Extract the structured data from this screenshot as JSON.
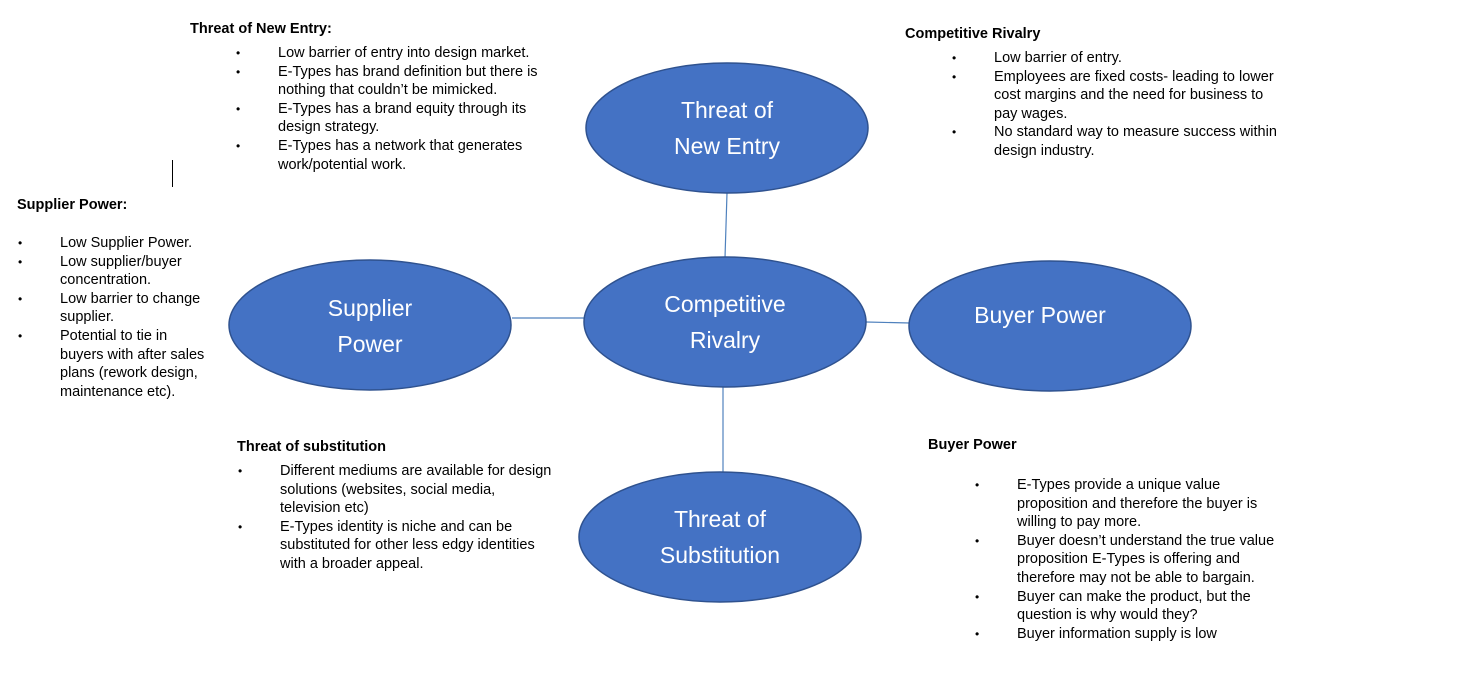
{
  "diagram": {
    "colors": {
      "node_fill": "#4472C4",
      "node_stroke": "#2F528F",
      "connector": "#4F81BD",
      "label": "#FFFFFF"
    },
    "nodes": {
      "center": {
        "line1": "Competitive",
        "line2": "Rivalry"
      },
      "top": {
        "line1": "Threat of",
        "line2": "New Entry"
      },
      "left": {
        "line1": "Supplier",
        "line2": "Power"
      },
      "right": {
        "line1": "Buyer Power"
      },
      "bottom": {
        "line1": "Threat of",
        "line2": "Substitution"
      }
    }
  },
  "notes": {
    "new_entry": {
      "heading": "Threat of New Entry:",
      "items": [
        "Low barrier of entry into design market.",
        "E-Types has brand definition but there is nothing that couldn’t be mimicked.",
        "E-Types has a brand equity through its design strategy.",
        "E-Types has a network that generates work/potential work."
      ]
    },
    "rivalry": {
      "heading": "Competitive Rivalry",
      "items": [
        "Low barrier of entry.",
        "Employees are fixed costs- leading to lower cost margins and the need for business to pay wages.",
        "No standard way to measure success within design industry."
      ]
    },
    "supplier": {
      "heading": "Supplier Power:",
      "items": [
        "Low Supplier Power.",
        "Low supplier/buyer concentration.",
        "Low barrier to change supplier.",
        "Potential to tie in buyers with after sales plans (rework design, maintenance etc)."
      ]
    },
    "substitution": {
      "heading": "Threat of substitution",
      "items": [
        "Different mediums are available for design solutions (websites, social media, television etc)",
        "E-Types identity is niche and can be substituted for other less edgy identities with a broader appeal."
      ]
    },
    "buyer": {
      "heading": "Buyer Power",
      "items": [
        "E-Types provide a unique value proposition and therefore the buyer is willing to pay more.",
        "Buyer doesn’t understand the true value proposition E-Types is offering and therefore may not be able to bargain.",
        "Buyer can make the product, but the question is why would they?",
        "Buyer information supply is low"
      ]
    }
  }
}
